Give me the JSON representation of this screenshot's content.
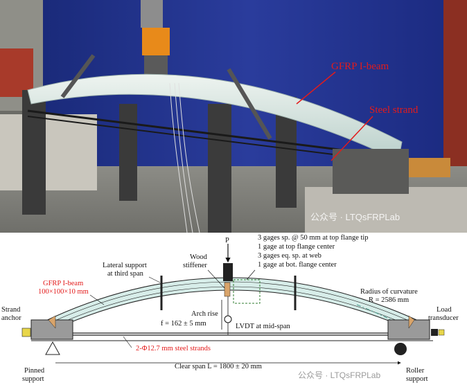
{
  "photo": {
    "labels": {
      "gfrp": "GFRP I-beam",
      "strand": "Steel strand"
    },
    "watermark": "公众号 · LTQsFRPLab"
  },
  "diagram": {
    "load": "P",
    "lateral_support": [
      "Lateral support",
      "at third span"
    ],
    "wood_stiffener": [
      "Wood",
      "stiffener"
    ],
    "gages": [
      "3 gages sp. @ 50 mm at top flange tip",
      "1 gage at top flange center",
      "3 gages eq. sp. at web",
      "1 gage at bot. flange center"
    ],
    "beam_label": [
      "GFRP I-beam",
      "100×100×10 mm"
    ],
    "radius": [
      "Radius of curvature",
      "R = 2586 mm"
    ],
    "arch_rise": [
      "Arch rise",
      "f = 162 ± 5 mm"
    ],
    "lvdt": "LVDT at mid-span",
    "strand_anchor": [
      "Strand",
      "anchor"
    ],
    "load_transducer": [
      "Load",
      "transducer"
    ],
    "steel_strands": "2-Φ12.7 mm steel strands",
    "pinned_support": [
      "Pinned",
      "support"
    ],
    "roller_support": [
      "Roller",
      "support"
    ],
    "clear_span": "Clear span L = 1800 ± 20 mm",
    "watermark": "公众号 · LTQsFRPLab"
  },
  "colors": {
    "backdrop_blue": "#1f2f8a",
    "beam_fill": "#d7ede9",
    "label_red": "#e31b1b",
    "wood": "#d9a46a"
  }
}
